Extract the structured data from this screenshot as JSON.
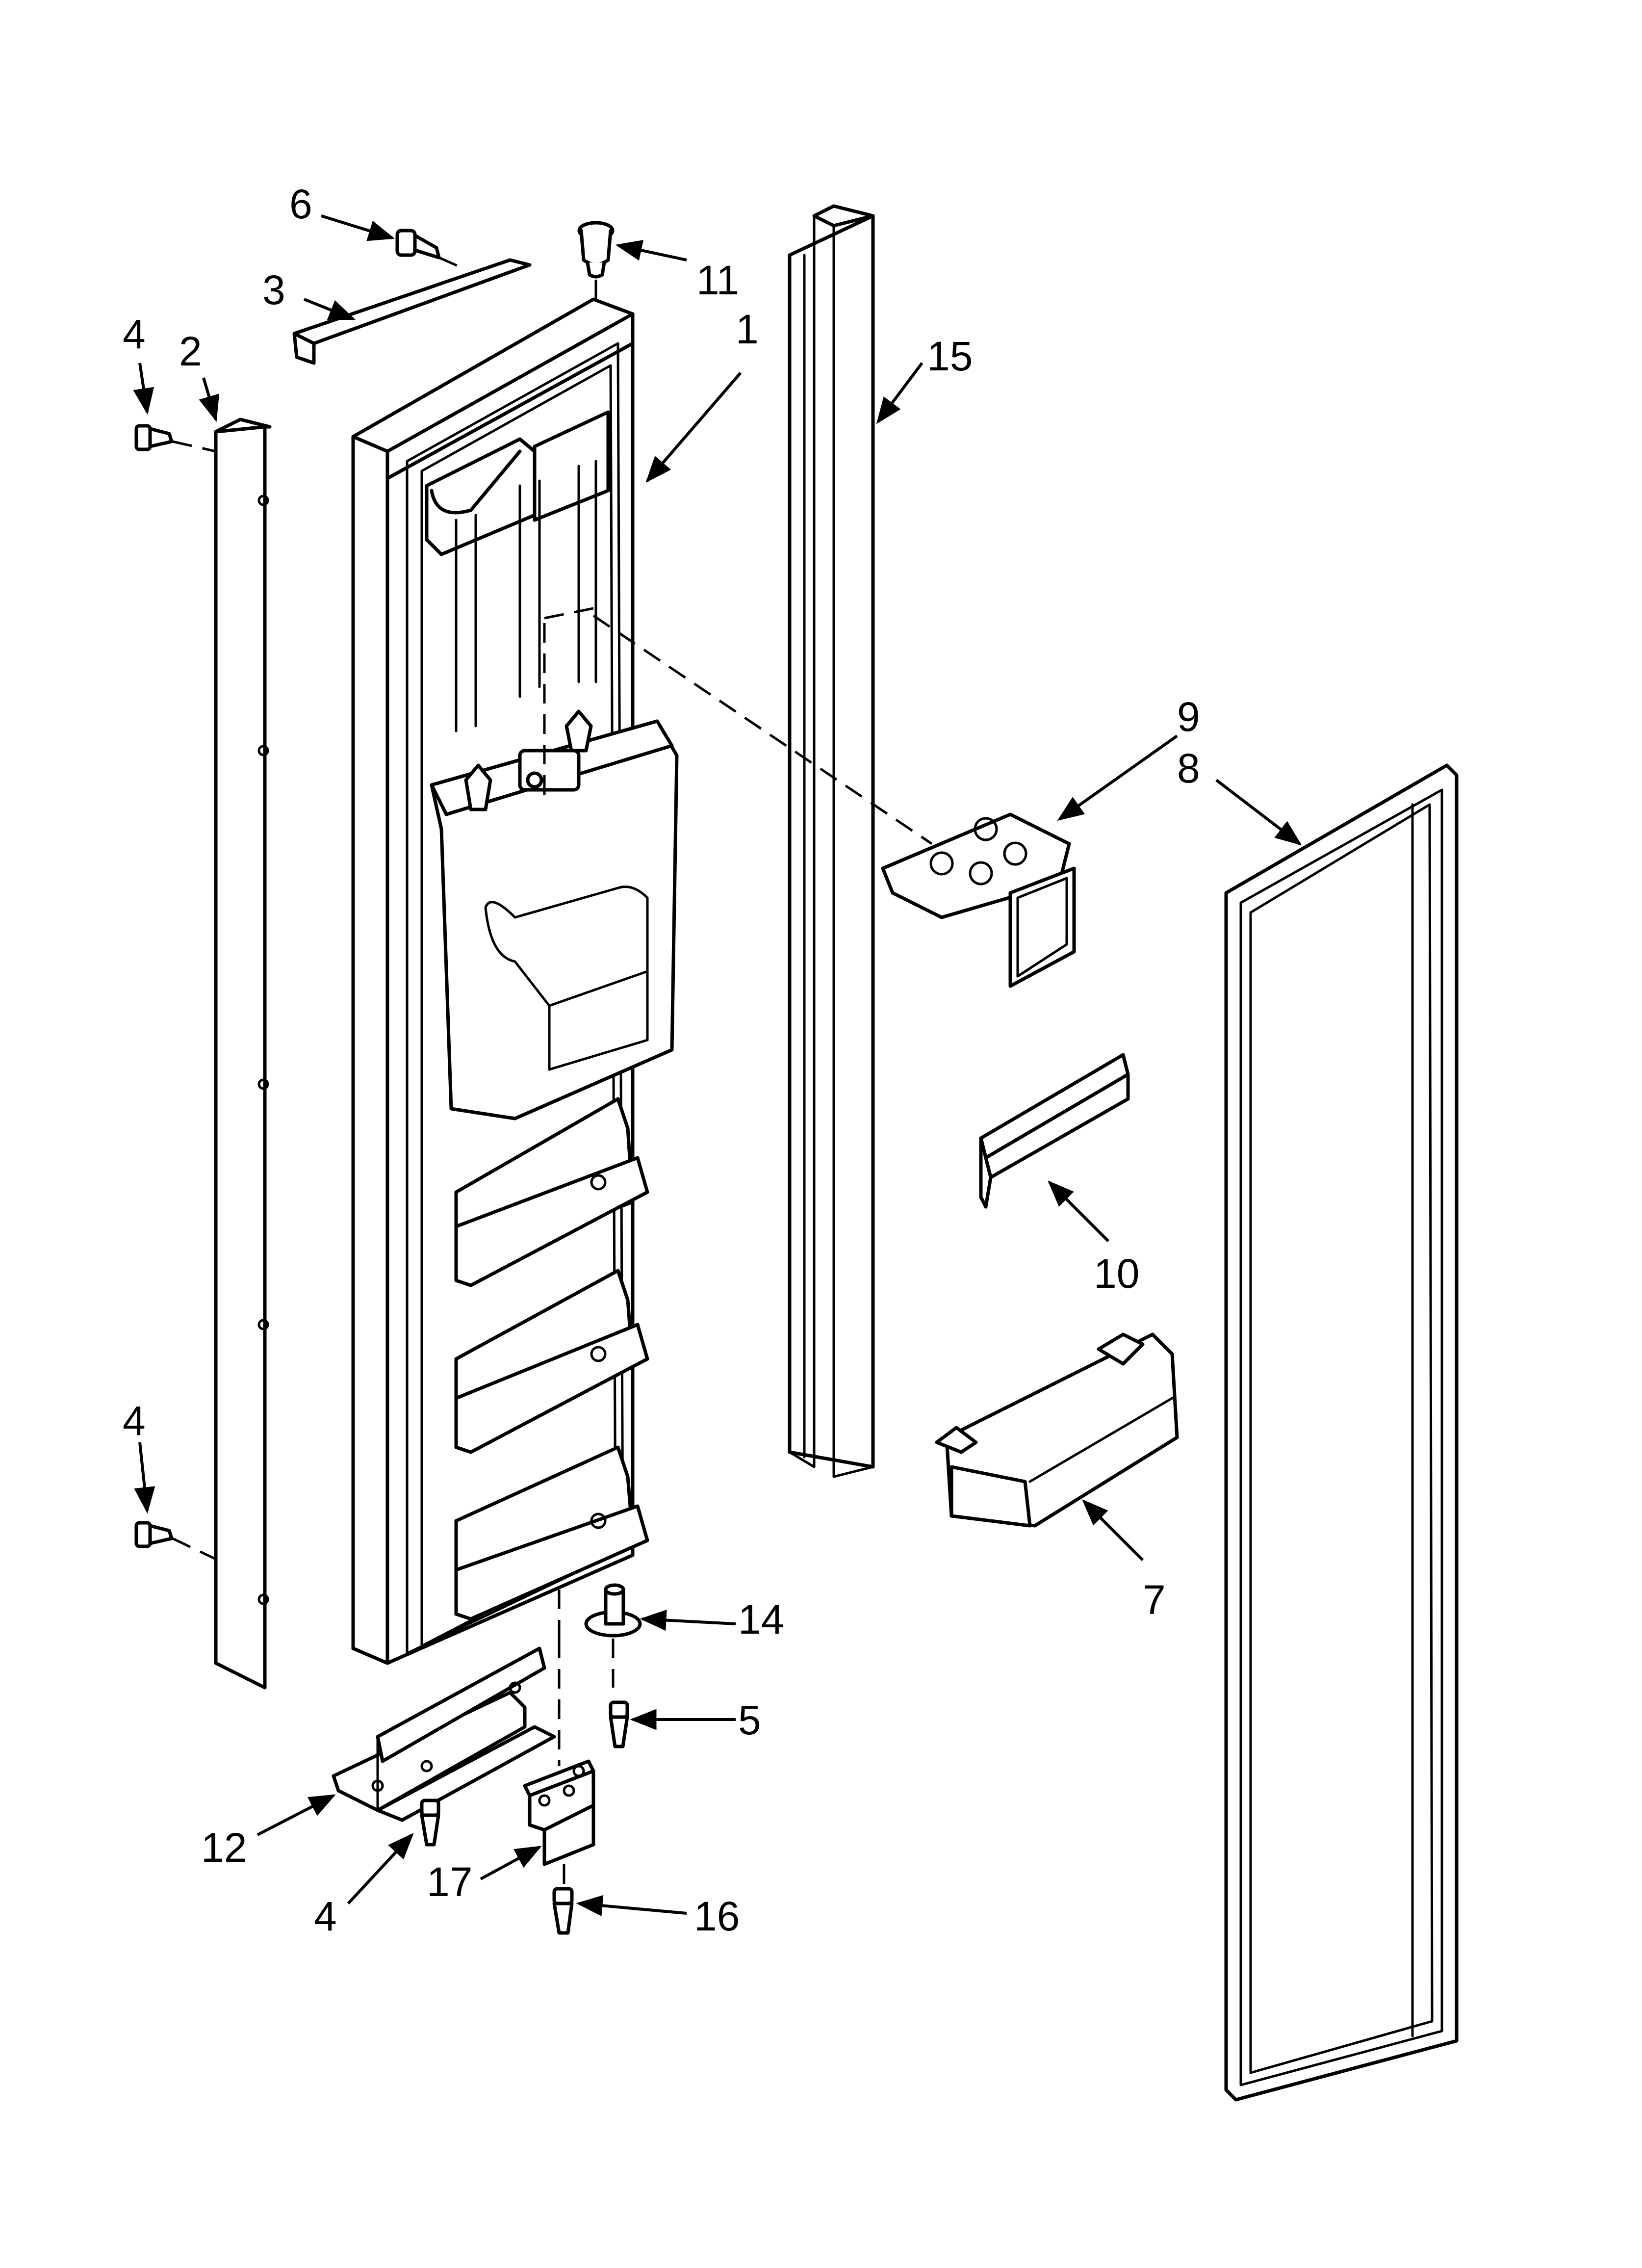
{
  "callouts": [
    {
      "id": "c1",
      "label": "1"
    },
    {
      "id": "c2",
      "label": "2"
    },
    {
      "id": "c3",
      "label": "3"
    },
    {
      "id": "c4a",
      "label": "4"
    },
    {
      "id": "c4b",
      "label": "4"
    },
    {
      "id": "c4c",
      "label": "4"
    },
    {
      "id": "c5",
      "label": "5"
    },
    {
      "id": "c6",
      "label": "6"
    },
    {
      "id": "c7",
      "label": "7"
    },
    {
      "id": "c8",
      "label": "8"
    },
    {
      "id": "c9",
      "label": "9"
    },
    {
      "id": "c10",
      "label": "10"
    },
    {
      "id": "c11",
      "label": "11"
    },
    {
      "id": "c12",
      "label": "12"
    },
    {
      "id": "c14",
      "label": "14"
    },
    {
      "id": "c15",
      "label": "15"
    },
    {
      "id": "c16",
      "label": "16"
    },
    {
      "id": "c17",
      "label": "17"
    }
  ]
}
